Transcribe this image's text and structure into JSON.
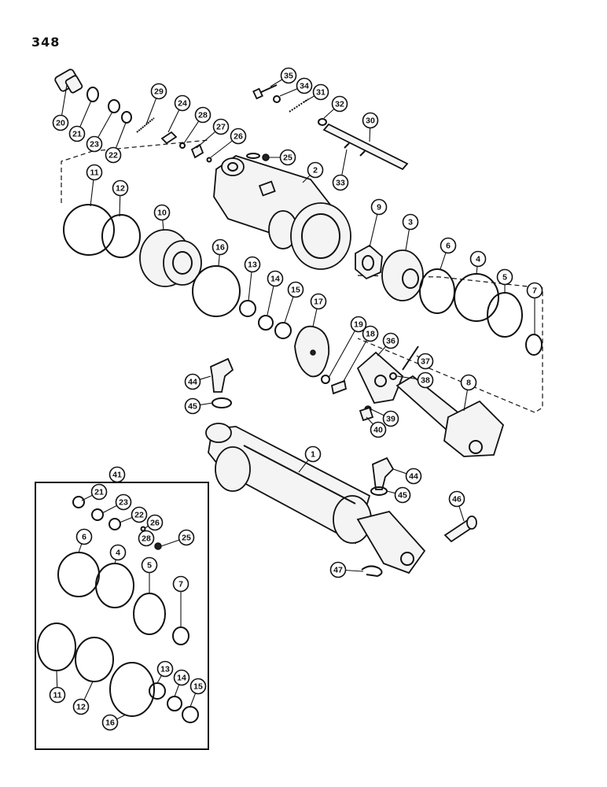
{
  "page": {
    "number": "348"
  },
  "callouts": [
    "1",
    "2",
    "3",
    "4",
    "5",
    "6",
    "7",
    "8",
    "9",
    "10",
    "11",
    "12",
    "13",
    "14",
    "15",
    "16",
    "17",
    "18",
    "19",
    "20",
    "21",
    "22",
    "23",
    "24",
    "25",
    "26",
    "27",
    "28",
    "29",
    "30",
    "31",
    "32",
    "33",
    "34",
    "35",
    "36",
    "37",
    "38",
    "39",
    "40",
    "41",
    "44",
    "45",
    "46",
    "47"
  ],
  "kit": {
    "id": "41",
    "callouts": [
      "21",
      "23",
      "22",
      "26",
      "28",
      "25",
      "6",
      "4",
      "5",
      "7",
      "11",
      "12",
      "16",
      "13",
      "14",
      "15"
    ]
  }
}
